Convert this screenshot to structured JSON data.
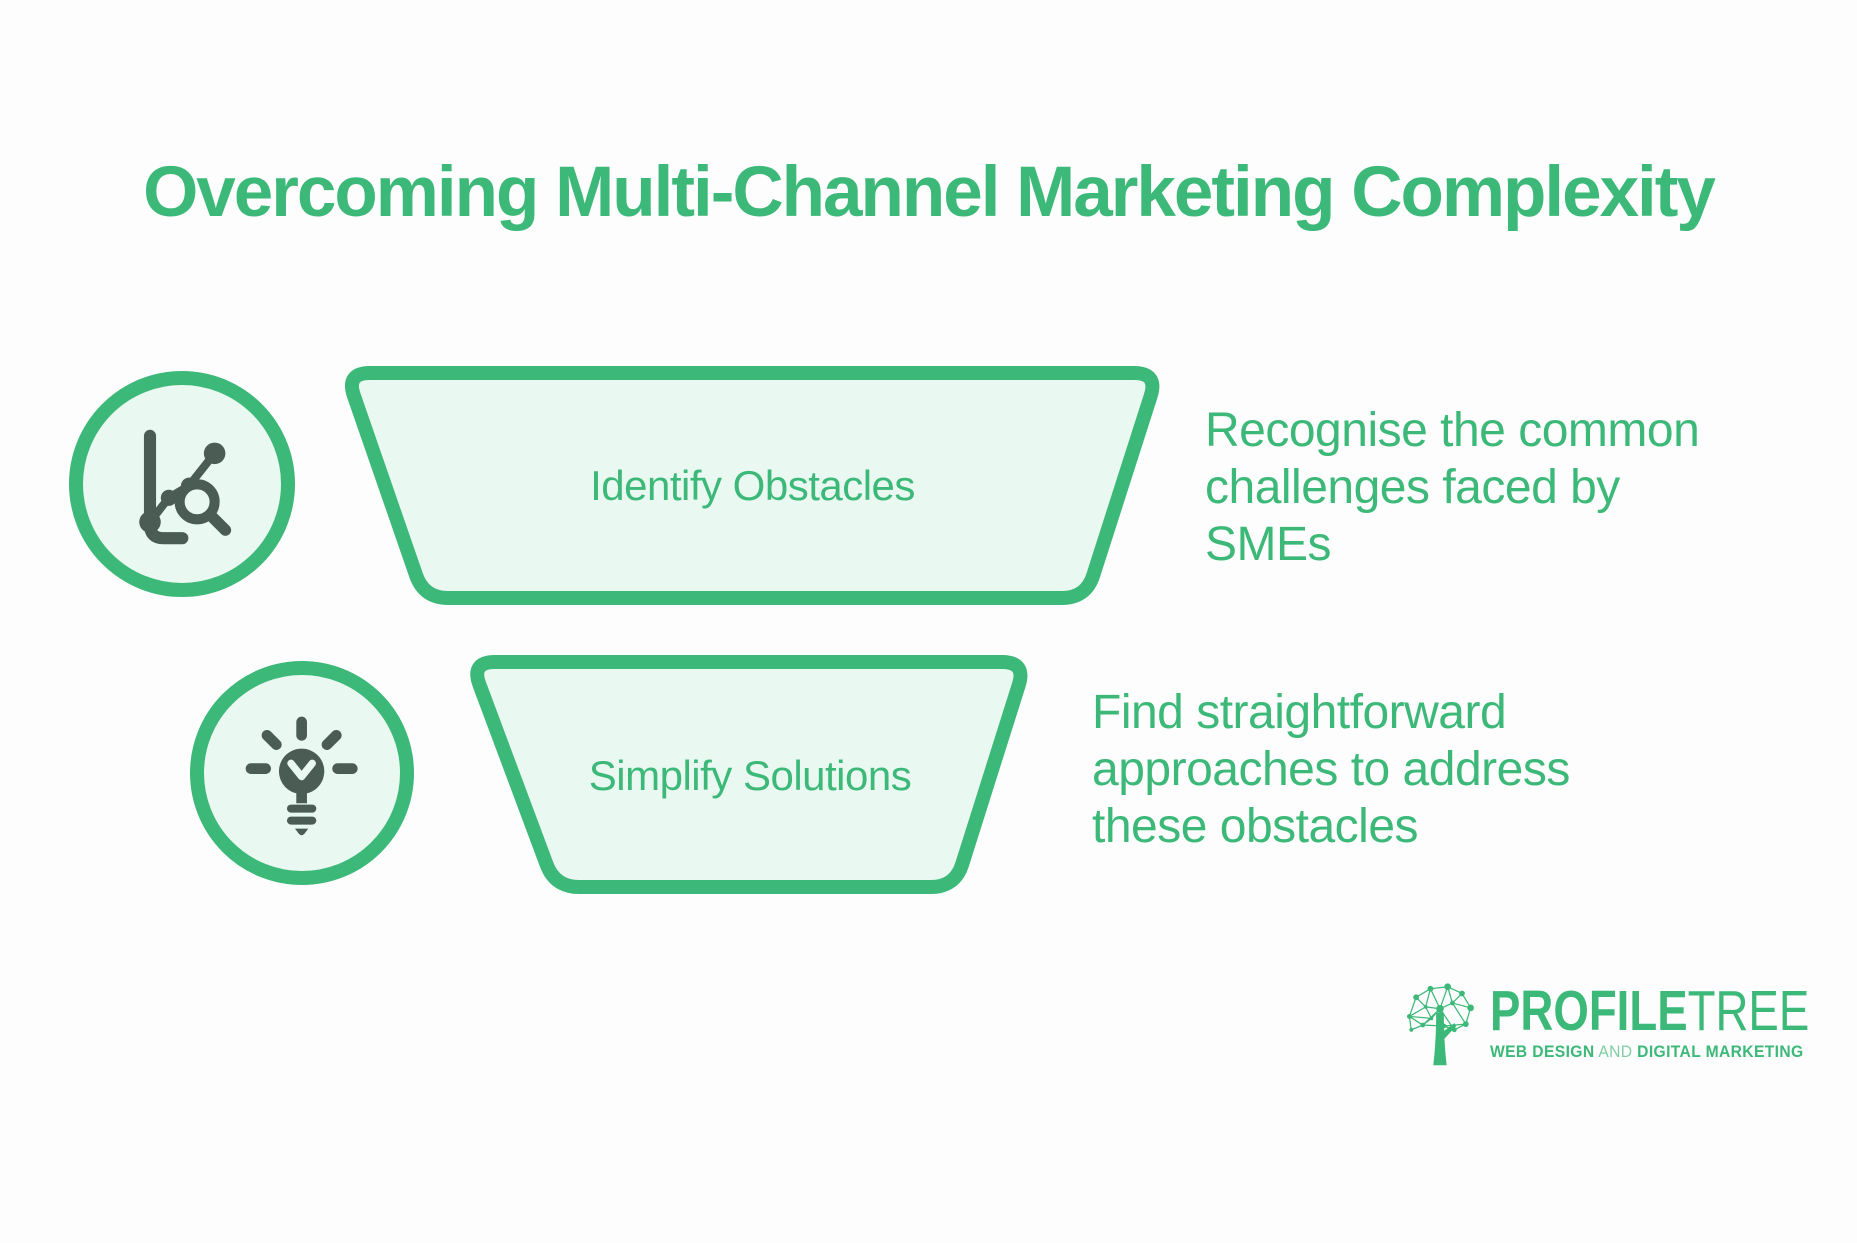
{
  "theme": {
    "accent_green": "#3cb878",
    "funnel_fill": "#e9f8f1",
    "icon_dark": "#4a5c53",
    "background": "#fdfdfd",
    "tagline_and_green": "#7fcfa5"
  },
  "title": "Overcoming Multi-Channel Marketing Complexity",
  "steps": [
    {
      "icon": "chart-magnifier-icon",
      "label": "Identify Obstacles",
      "description": "Recognise the common challenges faced by SMEs"
    },
    {
      "icon": "lightbulb-icon",
      "label": "Simplify Solutions",
      "description": "Find straightforward approaches to address these obstacles"
    }
  ],
  "logo": {
    "icon": "network-tree-icon",
    "brand_primary": "PROFILE",
    "brand_secondary": "TREE",
    "tagline": {
      "web_design": "WEB DESIGN",
      "and": " AND ",
      "digital_marketing": "DIGITAL MARKETING"
    }
  }
}
